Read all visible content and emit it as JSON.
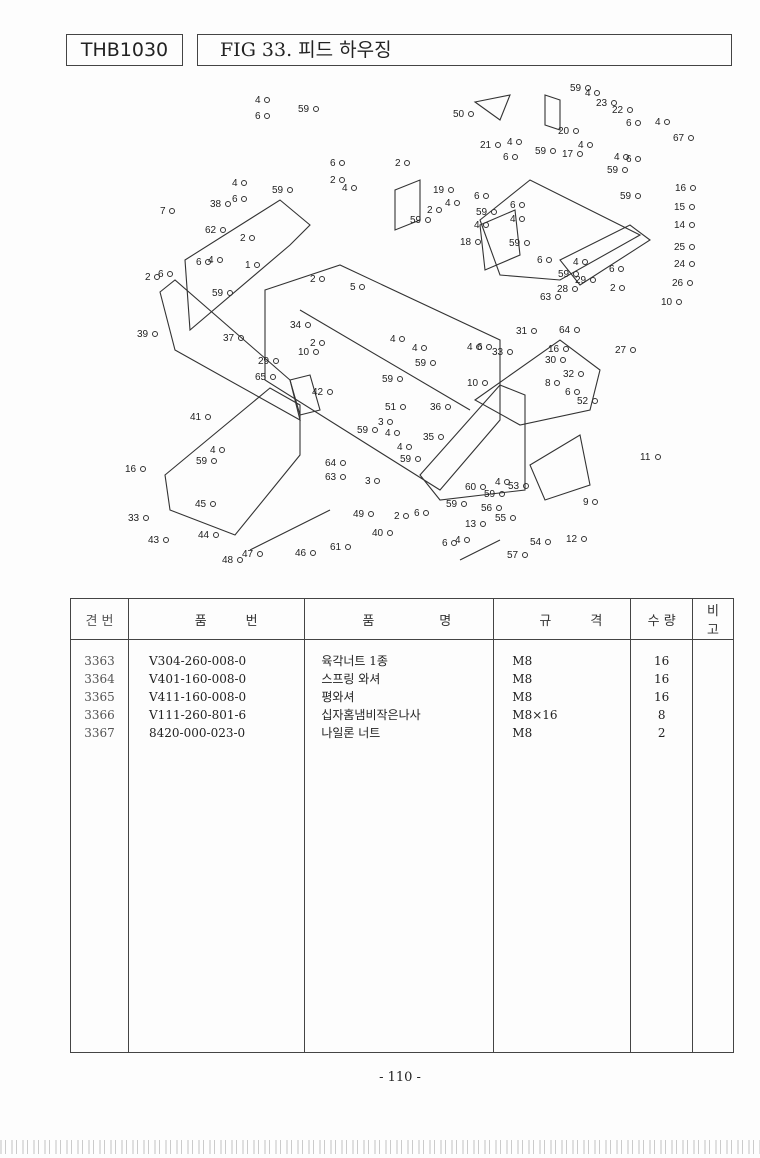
{
  "header": {
    "model": "THB1030",
    "title": "FIG 33. 피드 하우징"
  },
  "diagram": {
    "callouts": [
      "4",
      "59",
      "6",
      "6",
      "2",
      "2",
      "4",
      "59",
      "6",
      "38",
      "7",
      "62",
      "2",
      "4",
      "19",
      "59",
      "2",
      "4",
      "1",
      "6",
      "4",
      "59",
      "2",
      "6",
      "39",
      "2",
      "5",
      "34",
      "37",
      "10",
      "29",
      "65",
      "2",
      "4",
      "4",
      "59",
      "59",
      "42",
      "41",
      "36",
      "51",
      "3",
      "59",
      "4",
      "35",
      "4",
      "59",
      "64",
      "63",
      "3",
      "16",
      "4",
      "59",
      "45",
      "33",
      "43",
      "44",
      "48",
      "47",
      "46",
      "61",
      "49",
      "40",
      "50",
      "21",
      "4",
      "59",
      "6",
      "6",
      "59",
      "4",
      "18",
      "59",
      "6",
      "4",
      "59",
      "4",
      "23",
      "22",
      "6",
      "4",
      "20",
      "67",
      "17",
      "4",
      "59",
      "4",
      "6",
      "16",
      "59",
      "15",
      "14",
      "25",
      "24",
      "26",
      "10",
      "6",
      "29",
      "28",
      "2",
      "63",
      "64",
      "6",
      "59",
      "4",
      "27",
      "31",
      "16",
      "30",
      "32",
      "4",
      "6",
      "33",
      "10",
      "8",
      "6",
      "52",
      "11",
      "9",
      "12",
      "60",
      "59",
      "4",
      "53",
      "59",
      "13",
      "56",
      "55",
      "2",
      "6",
      "6",
      "4",
      "54",
      "57"
    ]
  },
  "table": {
    "headers": [
      "견 번",
      "품　　　번",
      "품　　　　　명",
      "규　　　격",
      "수 량",
      "비　　고"
    ],
    "rows": [
      {
        "no": "3363",
        "part": "V304-260-008-0",
        "name": "육각너트 1종",
        "spec": "M8",
        "qty": "16",
        "note": ""
      },
      {
        "no": "3364",
        "part": "V401-160-008-0",
        "name": "스프링 와셔",
        "spec": "M8",
        "qty": "16",
        "note": ""
      },
      {
        "no": "3365",
        "part": "V411-160-008-0",
        "name": "평와셔",
        "spec": "M8",
        "qty": "16",
        "note": ""
      },
      {
        "no": "3366",
        "part": "V111-260-801-6",
        "name": "십자홈냄비작은나사",
        "spec": "M8×16",
        "qty": "8",
        "note": ""
      },
      {
        "no": "3367",
        "part": "8420-000-023-0",
        "name": "나일론 너트",
        "spec": "M8",
        "qty": "2",
        "note": ""
      }
    ]
  },
  "footer": {
    "page": "- 110 -"
  }
}
